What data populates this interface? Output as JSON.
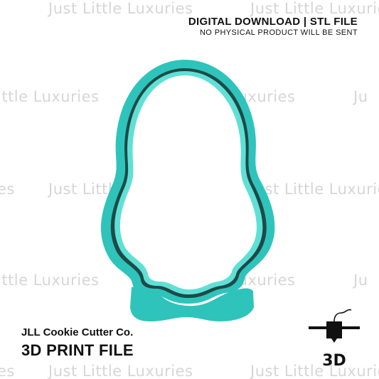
{
  "watermark": {
    "brand": "Just Little Luxuries",
    "fragment_left": "ittle Luxuries",
    "fragment_right_short": "Ju",
    "fragment_s": "es",
    "fragment_right_mid": "Just",
    "fragment_right_end": "Just Little"
  },
  "header": {
    "title": "DIGITAL DOWNLOAD | STL FILE",
    "subtitle": "NO PHYSICAL PRODUCT WILL BE SENT"
  },
  "footer": {
    "company": "JLL Cookie Cutter Co.",
    "file_type": "3D PRINT FILE"
  },
  "icons": {
    "printer": "3d-printer-icon",
    "badge_text": "3D"
  },
  "colors": {
    "cutter_main": "#2ec4bb",
    "cutter_dark": "#1e4a47",
    "cutter_highlight": "#5fe0d6",
    "watermark": "#d6d6d6",
    "text": "#111111"
  }
}
